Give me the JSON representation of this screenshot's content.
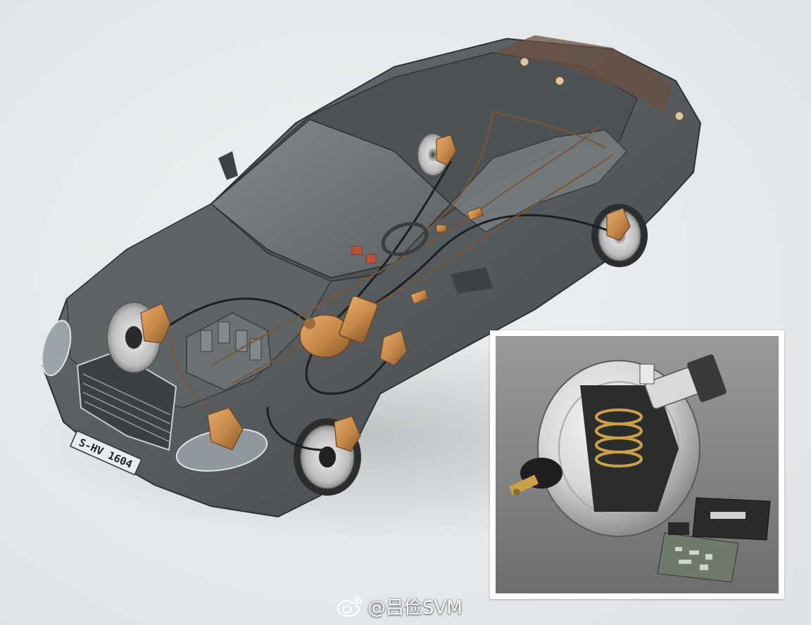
{
  "illustration": {
    "subject": "car-brake-system-cutaway",
    "license_plate": "S-HV 1604"
  },
  "inset": {
    "subject": "brake-booster-cutaway-photo"
  },
  "watermark": {
    "text": "@吕俭SVM",
    "icon": "weibo-icon"
  },
  "colors": {
    "background": "#e6eaec",
    "car_body": "#555a5c",
    "copper_parts": "#c98a4a",
    "brake_lines": "#1e1e1e"
  }
}
